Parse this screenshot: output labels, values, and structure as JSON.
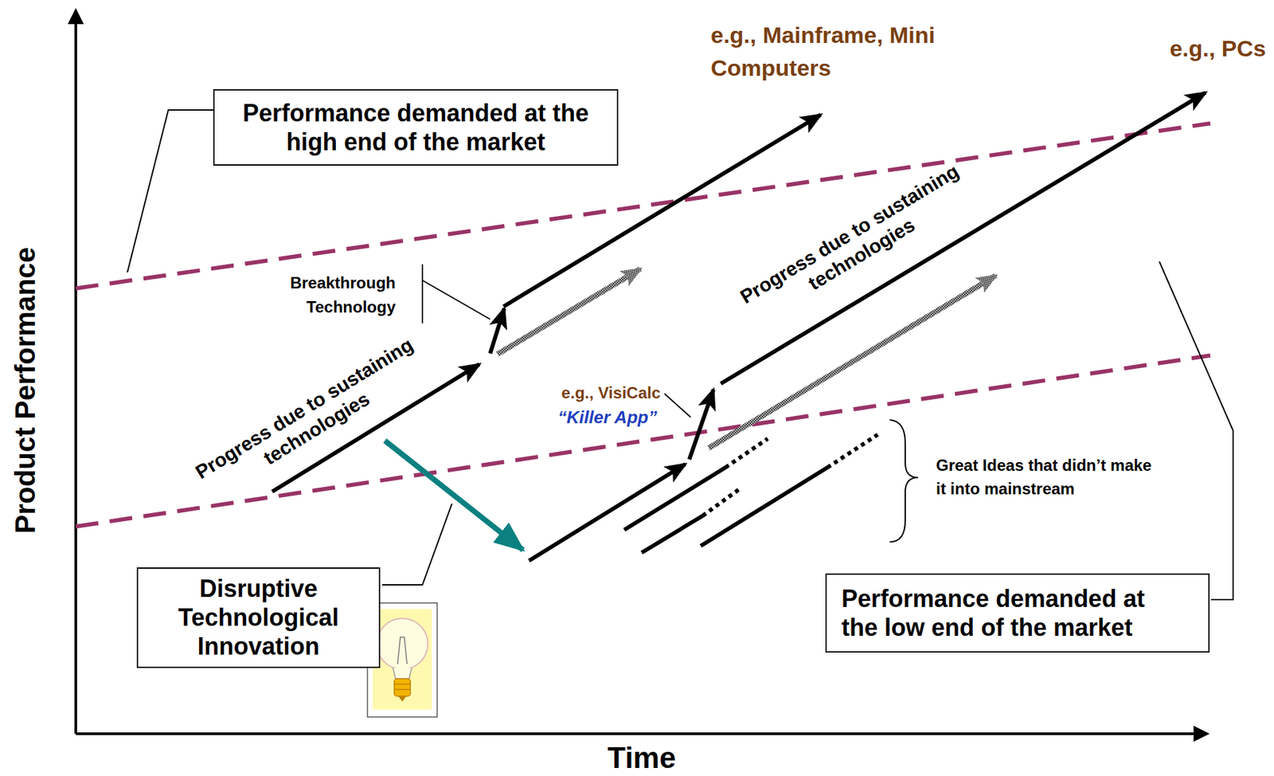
{
  "diagram": {
    "nodes": [
      {
        "text": [
          "Performance demanded at the high end of the market"
        ]
      },
      {
        "text": [
          "Disruptive Technological Innovation"
        ]
      },
      {
        "text": [
          "Performance demanded at the low end of the market"
        ]
      }
    ],
    "labels": [
      "e.g., Mainframe, Mini Computers",
      "e.g., PCs",
      "Breakthrough Technology",
      "Progress due to sustaining technologies",
      "Progress due to sustaining technologies",
      "e.g., VisiCalc",
      "“Killer App”",
      "Great Ideas that didn’t make it into mainstream",
      "Product Performance",
      "Time"
    ]
  }
}
